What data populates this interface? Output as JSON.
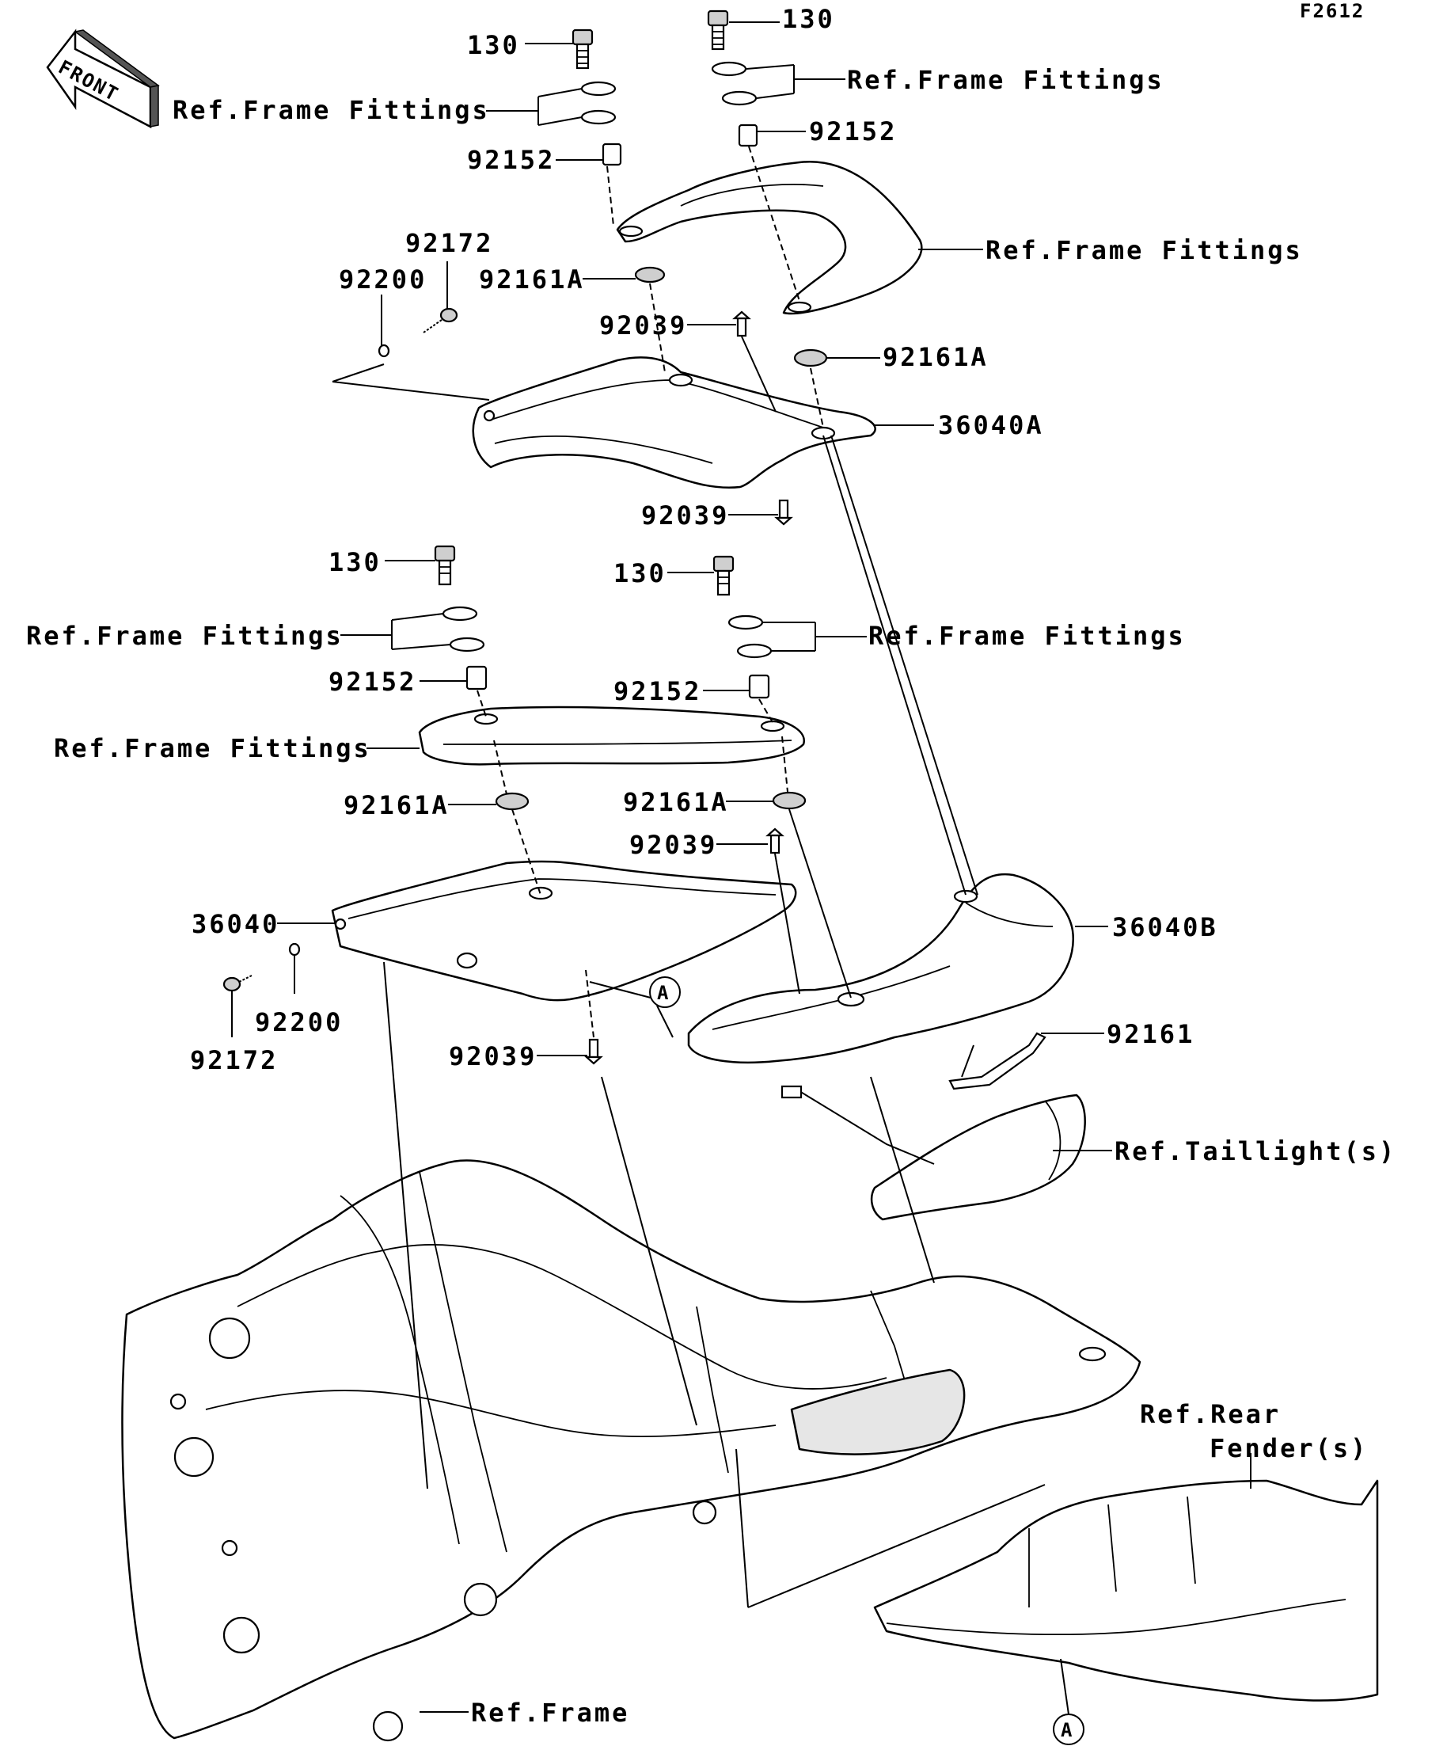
{
  "diagram_code": "F2612",
  "front_arrow_label": "FRONT",
  "callout_letter": "A",
  "labels": {
    "bolt_130_a": "130",
    "bolt_130_b": "130",
    "bolt_130_c": "130",
    "bolt_130_d": "130",
    "ref_frame_fittings_1": "Ref.Frame Fittings",
    "ref_frame_fittings_2": "Ref.Frame Fittings",
    "ref_frame_fittings_3": "Ref.Frame Fittings",
    "ref_frame_fittings_4": "Ref.Frame Fittings",
    "ref_frame_fittings_5": "Ref.Frame Fittings",
    "ref_frame_fittings_6": "Ref.Frame Fittings",
    "collar_92152_a": "92152",
    "collar_92152_b": "92152",
    "collar_92152_c": "92152",
    "collar_92152_d": "92152",
    "screw_92172_a": "92172",
    "screw_92172_b": "92172",
    "washer_92200_a": "92200",
    "washer_92200_b": "92200",
    "damper_92161A_a": "92161A",
    "damper_92161A_b": "92161A",
    "damper_92161A_c": "92161A",
    "damper_92161A_d": "92161A",
    "clip_92039_a": "92039",
    "clip_92039_b": "92039",
    "clip_92039_c": "92039",
    "clip_92039_d": "92039",
    "cover_36040A": "36040A",
    "cover_36040": "36040",
    "cover_36040B": "36040B",
    "damper_92161": "92161",
    "ref_taillight": "Ref.Taillight(s)",
    "ref_rear_fender_line1": "Ref.Rear",
    "ref_rear_fender_line2": "Fender(s)",
    "ref_frame": "Ref.Frame"
  }
}
